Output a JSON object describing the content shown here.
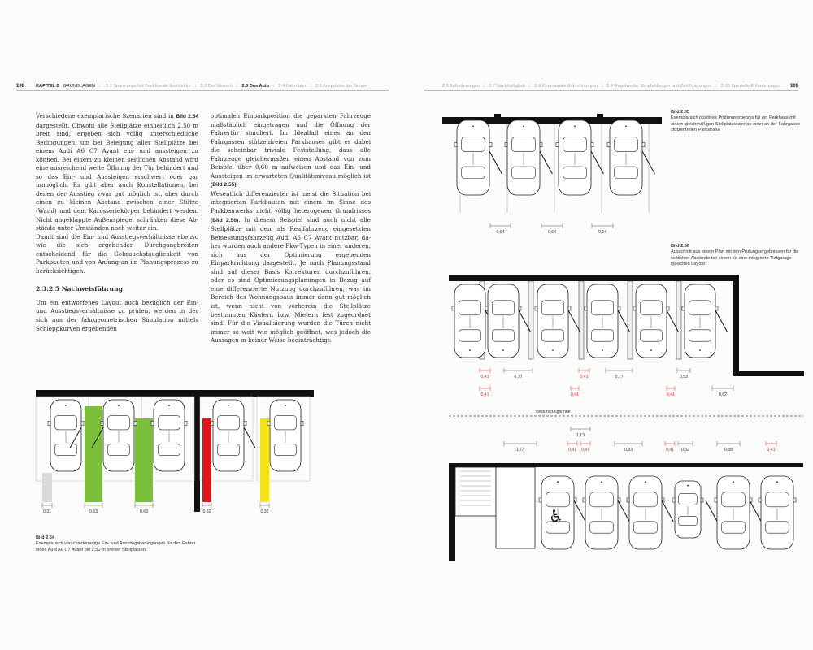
{
  "left_page": {
    "page_number": "108",
    "chapter_label": "KAPITEL 2",
    "chapter_title": "GRUNDLAGEN",
    "nav": [
      "2.1 Spannungsfeld Funktionale Architektur",
      "2.2 Der Mensch",
      "2.3 Das Auto",
      "2.4 Fahrräder",
      "2.5 Ansprüche der Nutzer"
    ],
    "nav_current_index": 2,
    "column1": [
      [
        "Verschiedene exemplarische Szenarien sind in ",
        {
          "b": "Bild 2.54"
        },
        " dar­gestellt. Obwohl alle Stellplätze einheitlich 2,50 m breit sind, ergeben sich völlig unterschiedliche Bedingungen, um bei Be­legung aller Stellplätze bei einem Audi A6 C7 Avant ein- und aussteigen zu können. Bei einem zu kleinen seitlichen Abstand wird eine ausreichend weite Öffnung der Tür behindert und so das Ein- und Aussteigen erschwert oder gar unmöglich. Es gibt aber auch Konstellationen, bei denen der Ausstieg zwar gut möglich ist, aber durch einen zu kleinen Abstand zwischen einer Stütze (Wand) und dem Karosseriekörper behindert werden. Nicht angeklappte Außenspiegel schränken diese Ab­stände unter Umständen noch weiter ein."
      ],
      [
        "Damit sind die Ein- und Ausstiegsverhältnisse ebenso wie die sich ergebenden Durchgangbreiten entscheidend für die Ge­brauchstauglichkeit von Parkbauten und von Anfang an im Planungsprozess zu berücksichtigen."
      ]
    ],
    "heading": "2.3.2.5 Nachweisführung",
    "column1_after": "Um ein entworfenes Layout auch bezüglich der Ein- und Aus­stiegsverhältnisse zu prüfen, werden in der sich aus der fahr­geometrischen Simulation mittels Schleppkurven ergebenden",
    "column2": [
      [
        "optimalen Einparkposition die geparkten Fahrzeuge maß­stäblich eingetragen und die Öffnung der Fahrertür simuliert. Im Idealfall eines an den Fahrgassen stützenfreien Parkhau­ses gibt es dabei die scheinbar triviale Feststellung, dass alle Fahrzeuge gleichermaßen einen Abstand von zum Beispiel über 0,60 m aufweisen und das Ein- und Aussteigen im er­warteten Qualitätsniveau möglich ist ",
        {
          "b": "(Bild 2.55)"
        },
        "."
      ],
      [
        "Wesentlich differenzierter ist meist die Situation bei integrier­ten Parkbauten mit einem im Sinne des Parkbauwerks nicht völlig heterogenen Grundrisses ",
        {
          "b": "(Bild 2.56)"
        },
        ". In diesem Beispiel sind auch nicht alle Stellplätze mit dem als Realfahrzeug ein­gesetzten Bemessungsfahrzeug Audi A6 C7 Avant nutzbar, da­her wurden auch andere Pkw-Typen in einer anderen, sich aus der Optimierung ergebenden Einparkrichtung dargestellt. Je nach Planungsstand sind auf dieser Basis Korrekturen durch­zuführen, oder es sind Optimierungsplanungen in Bezug auf eine differenzierte Nutzung durchzuführen, was im Bereich des Wohnungsbaus immer dann gut möglich ist, wenn nicht von vorherein die Stellplätze bestimmten Käufern bzw. Mie­tern fest zugeordnet sind. Für die Visualisierung wurden die Türen nicht immer so weit wie möglich geöffnet, was jedoch die Aussagen in keiner Weise beeinträchtigt."
      ]
    ],
    "figure_254": {
      "dims": [
        "0,31",
        "0,63",
        "0,63",
        "0,32",
        "0,32"
      ],
      "caption_title": "Bild 2.54",
      "caption_text": "Exemplarisch verschiedenartige Ein- und Ausstiegsbedingungen für den Fahrer eines Audi A6 C7 Avant bei 2,50 m breiten Stellplätzen",
      "colors": {
        "grey": "#d9d9d9",
        "green": "#7cbf3a",
        "red": "#e2141c",
        "yellow": "#f3e21a"
      }
    }
  },
  "right_page": {
    "page_number": "109",
    "nav": [
      "2.6 Anforderungen",
      "2.7 Nachhaltigkeit",
      "2.8 Kommunale Anforderungen",
      "2.9 Regelwerke, Empfehlungen und Zertifizierungen",
      "2.10 Spezielle Anforderungen"
    ],
    "figure_255": {
      "dims": [
        "0,64",
        "0,64",
        "0,64"
      ],
      "caption_title": "Bild 2.55",
      "caption_text": "Exemplarisch positives Prüfungsergebnis für ein Parkhaus mit einem gleichmäßigen Stellplatzraster an einer an der Fahrgasse stützenfreien Parkstraße"
    },
    "figure_256": {
      "dims_top": [
        "0,41",
        "0,77",
        "0,41",
        "0,77",
        "0,53"
      ],
      "dims_top_red": [
        "0,41",
        "0,41",
        "0,41"
      ],
      "dim_right": "0,62",
      "ridge_label": "Verdunstungsrinne",
      "dim_113": "1,13",
      "dims_lower": [
        "1,73",
        "0,41",
        "0,47",
        "0,83",
        "0,41",
        "0,52",
        "0,88",
        "0,41"
      ],
      "caption_title": "Bild 2.56",
      "caption_text": "Ausschnitt aus einem Plan mit den Prüfungs­ergebnissen für die seitlichen Abstände bei einem für eine integrierte Tiefgarage typischen Layout",
      "accent_red": "#d22222"
    }
  }
}
